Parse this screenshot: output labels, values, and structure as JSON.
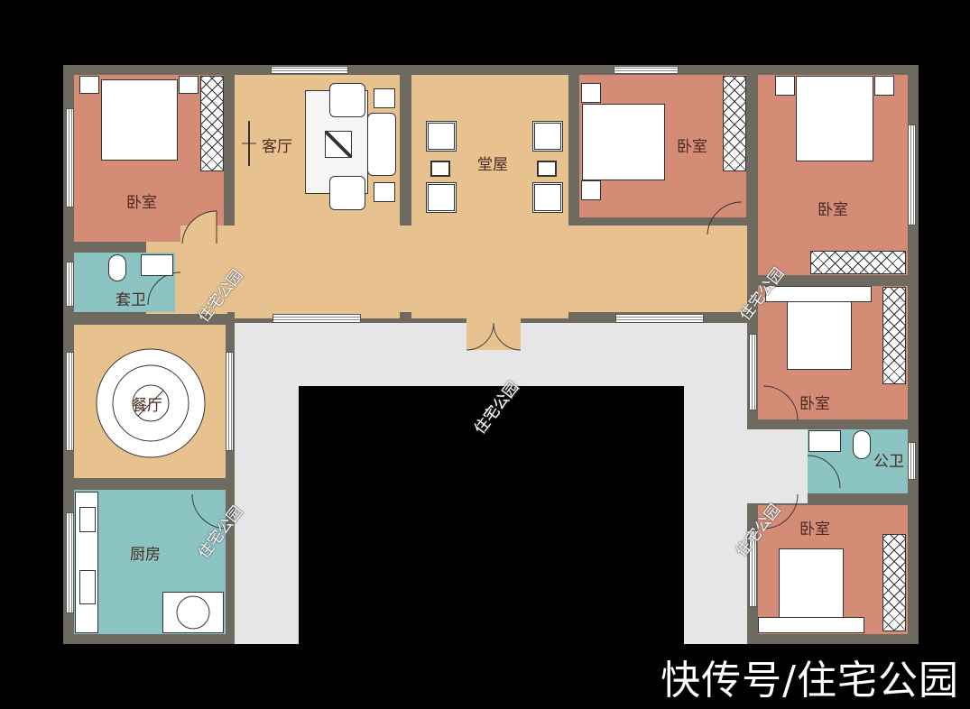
{
  "floorplan": {
    "rooms": [
      {
        "id": "bedroom-nw",
        "label": "卧室"
      },
      {
        "id": "living-room",
        "label": "客厅"
      },
      {
        "id": "main-hall",
        "label": "堂屋"
      },
      {
        "id": "bedroom-n",
        "label": "卧室"
      },
      {
        "id": "bedroom-ne",
        "label": "卧室"
      },
      {
        "id": "ensuite-bath",
        "label": "套卫"
      },
      {
        "id": "dining-room",
        "label": "餐厅"
      },
      {
        "id": "kitchen",
        "label": "厨房"
      },
      {
        "id": "bedroom-e",
        "label": "卧室"
      },
      {
        "id": "public-bath",
        "label": "公卫"
      },
      {
        "id": "bedroom-se",
        "label": "卧室"
      }
    ],
    "watermark": "住宅公园",
    "colors": {
      "bedroom": "#d48c77",
      "living": "#e8c28e",
      "bathroom": "#8cc3c3",
      "courtyard": "#e6e6e6",
      "wall": "#6f6a5f",
      "background": "#000000"
    }
  },
  "footer": {
    "caption": "快传号/住宅公园"
  }
}
